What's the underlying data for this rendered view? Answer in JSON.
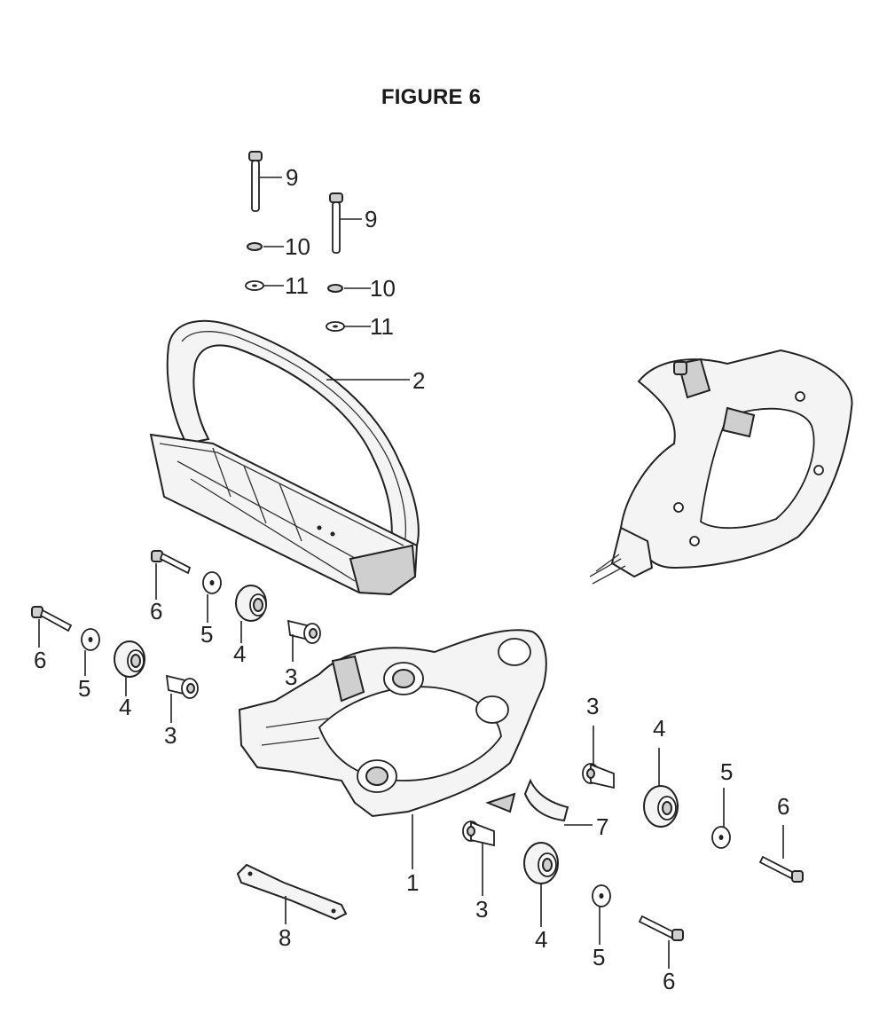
{
  "figure": {
    "title": "FIGURE 6"
  },
  "callouts": [
    {
      "id": "c1",
      "text": "1"
    },
    {
      "id": "c2",
      "text": "2"
    },
    {
      "id": "c3a",
      "text": "3"
    },
    {
      "id": "c3b",
      "text": "3"
    },
    {
      "id": "c3c",
      "text": "3"
    },
    {
      "id": "c3d",
      "text": "3"
    },
    {
      "id": "c4a",
      "text": "4"
    },
    {
      "id": "c4b",
      "text": "4"
    },
    {
      "id": "c4c",
      "text": "4"
    },
    {
      "id": "c4d",
      "text": "4"
    },
    {
      "id": "c5a",
      "text": "5"
    },
    {
      "id": "c5b",
      "text": "5"
    },
    {
      "id": "c5c",
      "text": "5"
    },
    {
      "id": "c5d",
      "text": "5"
    },
    {
      "id": "c6a",
      "text": "6"
    },
    {
      "id": "c6b",
      "text": "6"
    },
    {
      "id": "c6c",
      "text": "6"
    },
    {
      "id": "c6d",
      "text": "6"
    },
    {
      "id": "c7",
      "text": "7"
    },
    {
      "id": "c8",
      "text": "8"
    },
    {
      "id": "c9a",
      "text": "9"
    },
    {
      "id": "c9b",
      "text": "9"
    },
    {
      "id": "c10a",
      "text": "10"
    },
    {
      "id": "c10b",
      "text": "10"
    },
    {
      "id": "c11a",
      "text": "11"
    },
    {
      "id": "c11b",
      "text": "11"
    }
  ]
}
